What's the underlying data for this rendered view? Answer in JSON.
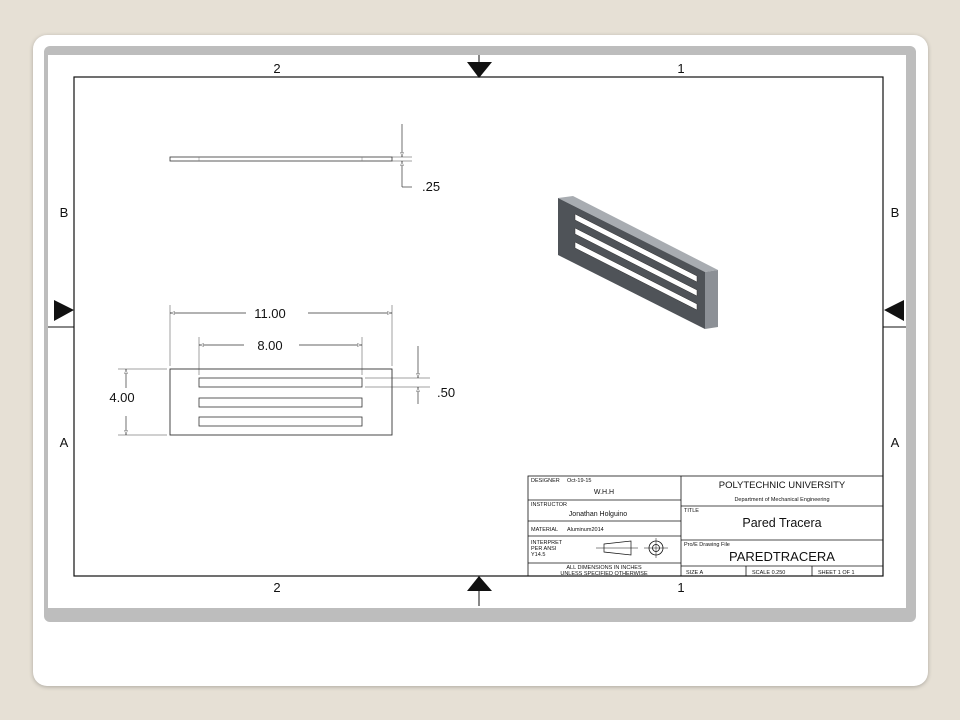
{
  "zones": {
    "col_left": "2",
    "col_right": "1",
    "row_top": "B",
    "row_bottom": "A"
  },
  "dimensions": {
    "thickness": ".25",
    "overall_length": "11.00",
    "slot_length": "8.00",
    "height": "4.00",
    "slot_width": ".50"
  },
  "title_block": {
    "designer_label": "DESIGNER",
    "designer_date": "Oct-19-15",
    "designer_value": "W.H.H",
    "instructor_label": "INSTRUCTOR",
    "instructor_value": "Jonathan Holguino",
    "material_label": "MATERIAL",
    "material_value": "Aluminum2014",
    "interpret_line1": "INTERPRET",
    "interpret_line2": "PER ANSI",
    "interpret_line3": "Y14.5",
    "note_line1": "ALL DIMENSIONS IN INCHES",
    "note_line2": "UNLESS SPECIFIED OTHERWISE",
    "university": "POLYTECHNIC UNIVERSITY",
    "department": "Department of Mechanical Engineering",
    "title_label": "TITLE",
    "title_value": "Pared Tracera",
    "file_label": "Pro/E Drawing File",
    "file_value": "PAREDTRACERA",
    "size": "SIZE A",
    "scale": "SCALE 0.250",
    "sheet": "SHEET 1 OF 1"
  },
  "colors": {
    "background": "#e6e0d5",
    "frame": "#bdbdbd",
    "part_face": "#4f5358",
    "part_side": "#8c9096",
    "part_top": "#a8acb1"
  }
}
